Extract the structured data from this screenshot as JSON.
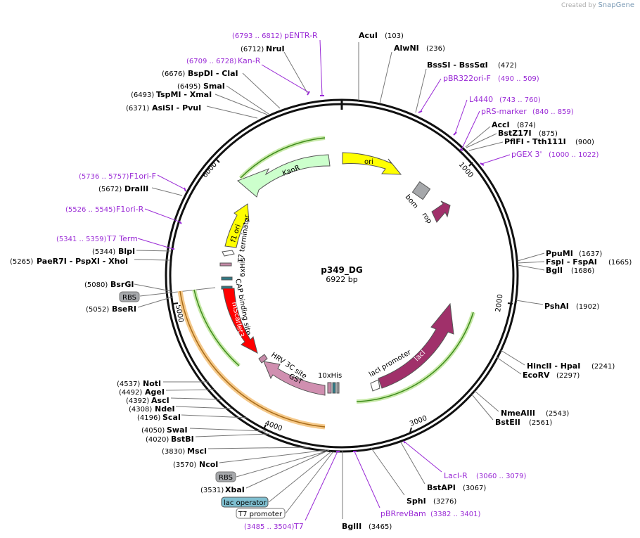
{
  "credit": {
    "prefix": "Created by",
    "brand": "SnapGene"
  },
  "plasmid": {
    "name": "p349_DG",
    "size_label": "6922 bp",
    "length": 6922
  },
  "ticks": [
    "1000",
    "2000",
    "3000",
    "4000",
    "5000",
    "6000"
  ],
  "enzymes": [
    {
      "name": "AcuI",
      "pos": "(103)"
    },
    {
      "name": "AlwNI",
      "pos": "(236)"
    },
    {
      "name": "BssSI - BssSαI",
      "pos": "(472)"
    },
    {
      "name": "AccI",
      "pos": "(874)"
    },
    {
      "name": "BstZ17I",
      "pos": "(875)"
    },
    {
      "name": "PflFI - Tth111I",
      "pos": "(900)"
    },
    {
      "name": "PpuMI",
      "pos": "(1637)"
    },
    {
      "name": "FspI - FspAI",
      "pos": "(1665)"
    },
    {
      "name": "BglI",
      "pos": "(1686)"
    },
    {
      "name": "PshAI",
      "pos": "(1902)"
    },
    {
      "name": "HincII - HpaI",
      "pos": "(2241)"
    },
    {
      "name": "EcoRV",
      "pos": "(2297)"
    },
    {
      "name": "NmeAIII",
      "pos": "(2543)"
    },
    {
      "name": "BstEII",
      "pos": "(2561)"
    },
    {
      "name": "BstAPI",
      "pos": "(3067)"
    },
    {
      "name": "SphI",
      "pos": "(3276)"
    },
    {
      "name": "BglII",
      "pos": "(3465)"
    },
    {
      "name": "XbaI",
      "pos": "(3531)"
    },
    {
      "name": "NcoI",
      "pos": "(3570)"
    },
    {
      "name": "MscI",
      "pos": "(3830)"
    },
    {
      "name": "BstBI",
      "pos": "(4020)"
    },
    {
      "name": "SwaI",
      "pos": "(4050)"
    },
    {
      "name": "ScaI",
      "pos": "(4196)"
    },
    {
      "name": "NdeI",
      "pos": "(4308)"
    },
    {
      "name": "AscI",
      "pos": "(4392)"
    },
    {
      "name": "AgeI",
      "pos": "(4492)"
    },
    {
      "name": "NotI",
      "pos": "(4537)"
    },
    {
      "name": "BseRI",
      "pos": "(5052)"
    },
    {
      "name": "BsrGI",
      "pos": "(5080)"
    },
    {
      "name": "PaeR7I - PspXI - XhoI",
      "pos": "(5265)"
    },
    {
      "name": "BlpI",
      "pos": "(5344)"
    },
    {
      "name": "DraIII",
      "pos": "(5672)"
    },
    {
      "name": "AsiSI - PvuI",
      "pos": "(6371)"
    },
    {
      "name": "TspMI - XmaI",
      "pos": "(6493)"
    },
    {
      "name": "SmaI",
      "pos": "(6495)"
    },
    {
      "name": "BspDI - ClaI",
      "pos": "(6676)"
    },
    {
      "name": "NruI",
      "pos": "(6712)"
    }
  ],
  "primers": [
    {
      "name": "pENTR-R",
      "pos": "(6793 .. 6812)"
    },
    {
      "name": "Kan-R",
      "pos": "(6709 .. 6728)"
    },
    {
      "name": "pBR322ori-F",
      "pos": "(490 .. 509)"
    },
    {
      "name": "L4440",
      "pos": "(743 .. 760)"
    },
    {
      "name": "pRS-marker",
      "pos": "(840 .. 859)"
    },
    {
      "name": "pGEX 3'",
      "pos": "(1000 .. 1022)"
    },
    {
      "name": "F1ori-F",
      "pos": "(5736 .. 5757)"
    },
    {
      "name": "F1ori-R",
      "pos": "(5526 .. 5545)"
    },
    {
      "name": "T7 Term",
      "pos": "(5341 .. 5359)"
    },
    {
      "name": "LacI-R",
      "pos": "(3060 .. 3079)"
    },
    {
      "name": "pBRrevBam",
      "pos": "(3382 .. 3401)"
    },
    {
      "name": "T7",
      "pos": "(3485 .. 3504)"
    }
  ],
  "boxed": [
    "RBS",
    "RBS",
    "lac operator",
    "T7 promoter"
  ],
  "features": [
    "ori",
    "bom",
    "rop",
    "KanR",
    "f1 ori",
    "T7 terminator",
    "6xHis",
    "CAP binding site",
    "mScarlet3",
    "HRV 3C site",
    "GST",
    "10xHis",
    "lacI promoter",
    "lacI"
  ],
  "colors": {
    "ori": "#ffff00",
    "kanr": "#ccffcc",
    "f1ori": "#ffff00",
    "mscarlet": "#ff0000",
    "gst": "#d08fb0",
    "laci": "#a0306a",
    "rop": "#a0306a",
    "bom": "#a6a8ab",
    "orf": "#9ed768",
    "primer": "#9a2bd6",
    "cap": "#2f7a86",
    "his": "#c58aa8"
  }
}
